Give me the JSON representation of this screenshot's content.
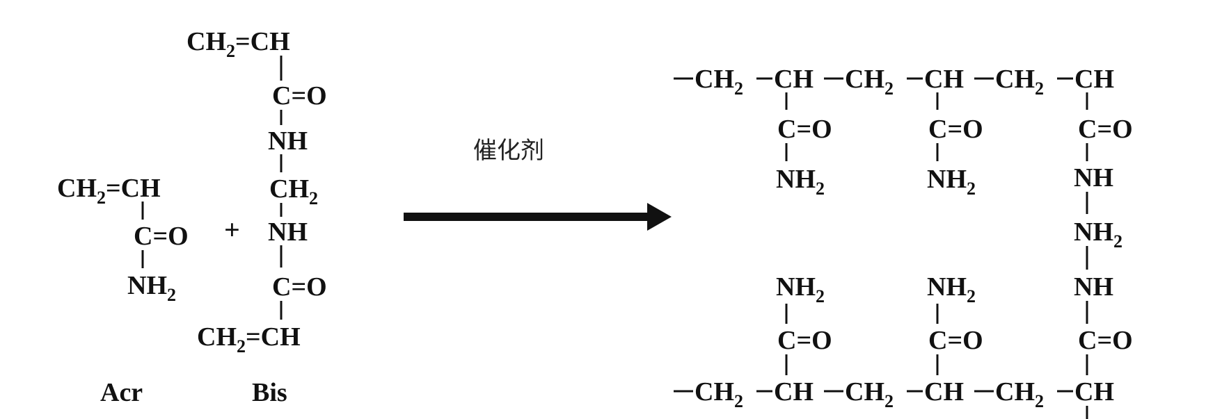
{
  "reactants": {
    "acr": {
      "vinyl": {
        "main": "CH",
        "sub": "2",
        "tail": "=CH"
      },
      "carbonyl": {
        "c": "C",
        "o": "=O"
      },
      "amide": {
        "main": "NH",
        "sub": "2"
      },
      "label": "Acr"
    },
    "plus": "+",
    "bis": {
      "top_vinyl": {
        "main": "CH",
        "sub": "2",
        "tail": "=CH"
      },
      "carbonyl_top": {
        "c": "C",
        "o": "=O"
      },
      "nh_top": "NH",
      "methylene": {
        "main": "CH",
        "sub": "2"
      },
      "nh_bottom": "NH",
      "carbonyl_bottom": {
        "c": "C",
        "o": "=O"
      },
      "bottom_vinyl": {
        "main": "CH",
        "sub": "2",
        "tail": "=CH"
      },
      "label": "Bis"
    }
  },
  "arrow": {
    "catalyst_label": "催化剂"
  },
  "product": {
    "chain_ch2": {
      "main": "CH",
      "sub": "2"
    },
    "chain_ch": "CH",
    "carbonyl": {
      "c": "C",
      "o": "=O"
    },
    "amide": {
      "main": "NH",
      "sub": "2"
    },
    "crosslink_nh": "NH",
    "crosslink_mid": {
      "main": "NH",
      "sub": "2"
    }
  }
}
